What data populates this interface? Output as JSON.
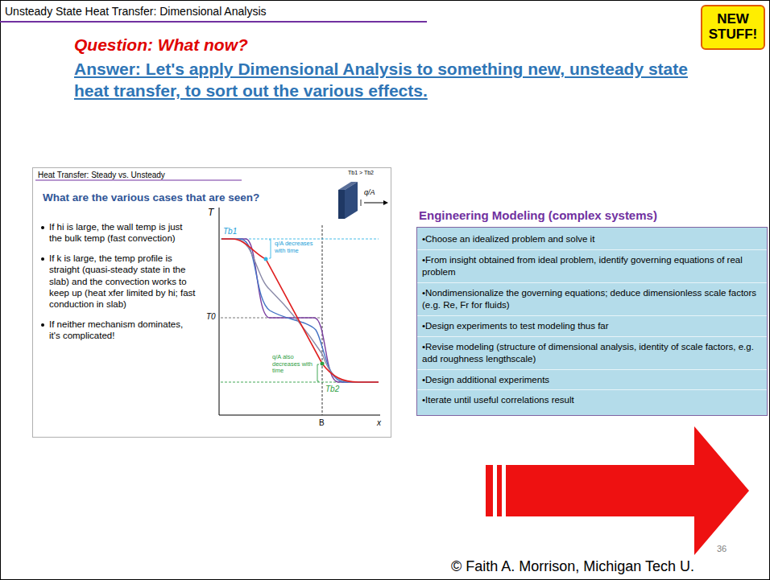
{
  "diagram": {
    "title": "Unsteady State Heat Transfer: Dimensional Analysis",
    "nodes": [
      {
        "text": [
          "NEW STUFF!"
        ]
      },
      {
        "text": [
          "Heat Transfer: Steady vs. Unsteady",
          "What are the various cases that are seen?",
          "If hi is large, the wall temp is just the bulk temp (fast convection)",
          "If k is large, the temp profile is straight (quasi-steady state in the slab) and the convection works to keep up (heat xfer limited by hi; fast conduction in slab)",
          "If neither mechanism dominates, it's complicated!"
        ]
      },
      {
        "text": [
          "Engineering Modeling (complex systems)",
          "•Choose an idealized problem and solve it",
          "•From insight obtained from ideal problem, identify governing equations of real problem",
          "•Nondimensionalize the governing equations; deduce dimensionless scale factors (e.g. Re, Fr for fluids)",
          "•Design experiments to test modeling thus far",
          "•Revise modeling (structure of dimensional analysis, identity of scale factors, e.g. add roughness lengthscale)",
          "•Design additional experiments",
          "•Iterate until useful correlations result"
        ]
      }
    ],
    "labels": [
      "Question: What now?",
      "Answer: Let's apply Dimensional Analysis to something new, unsteady state heat transfer, to sort out the various effects.",
      "T",
      "Tb1",
      "T0",
      "Tb2",
      "B",
      "x",
      "q/A",
      "q/A decreases with time",
      "q/A also decreases with time",
      "36",
      "© Faith A. Morrison, Michigan Tech U.",
      "Tb1 > Tb2"
    ]
  }
}
